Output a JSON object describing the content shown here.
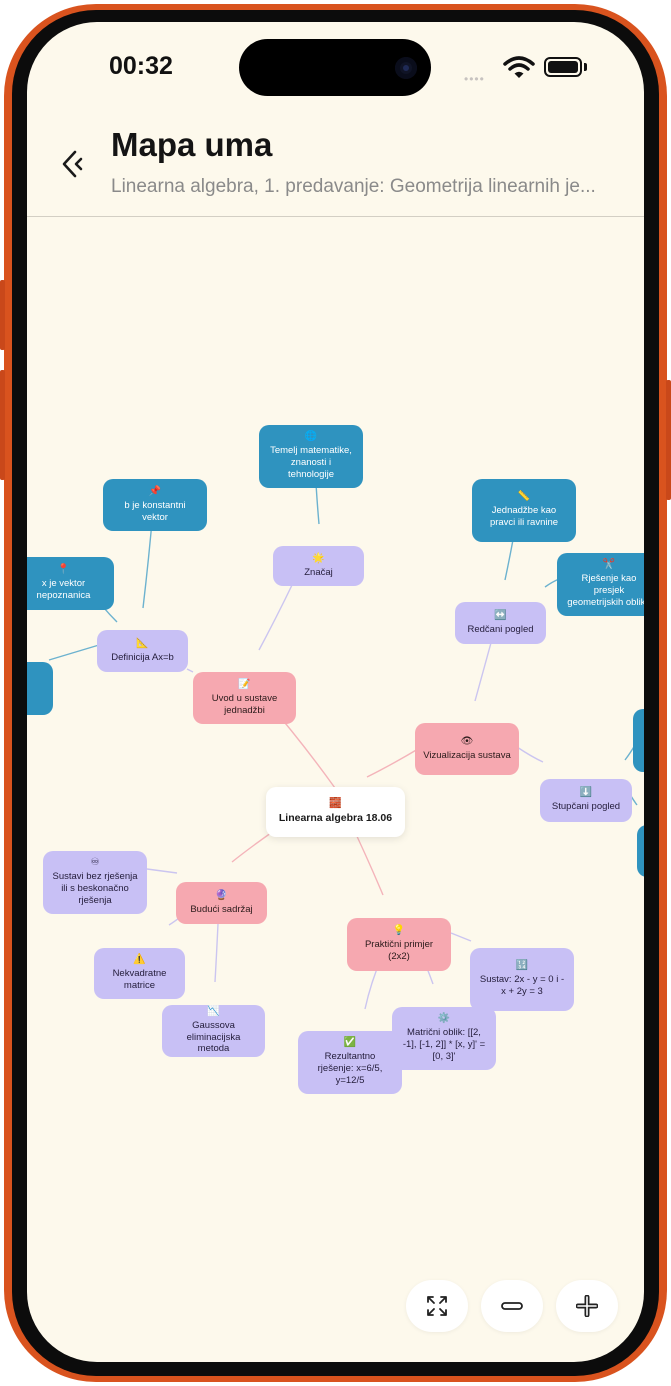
{
  "status": {
    "time": "00:32",
    "signal_glyph": "•••• "
  },
  "header": {
    "title": "Mapa uma",
    "subtitle": "Linearna algebra, 1. predavanje: Geometrija linearnih je..."
  },
  "colors": {
    "frame": "#d9531e",
    "background": "#fdf9ec",
    "node_pink": "#f6a8b0",
    "node_purple": "#c8c0f5",
    "node_blue": "#2f93bf",
    "edge_pink": "#f4b4ba",
    "edge_purple": "#cbc5f0",
    "edge_blue": "#6cb2cf"
  },
  "mindmap": {
    "root": {
      "icon": "🧱",
      "label": "Linearna algebra 18.06"
    },
    "nodes": {
      "uvod": {
        "icon": "📝",
        "label": "Uvod u sustave jednadžbi"
      },
      "definicija": {
        "icon": "📐",
        "label": "Definicija Ax=b"
      },
      "znacaj": {
        "icon": "🌟",
        "label": "Značaj"
      },
      "temelj": {
        "icon": "🌐",
        "label": "Temelj matematike, znanosti i tehnologije"
      },
      "b_vektor": {
        "icon": "📌",
        "label": "b je konstantni vektor"
      },
      "x_vektor": {
        "icon": "📍",
        "label": "x je vektor nepoznanica"
      },
      "vizualizacija": {
        "icon": "👁",
        "label": "Vizualizacija sustava"
      },
      "redcani": {
        "icon": "↔️",
        "label": "Redčani pogled"
      },
      "pravci": {
        "icon": "📏",
        "label": "Jednadžbe kao pravci ili ravnine"
      },
      "presjeci": {
        "icon": "✂️",
        "label": "Rješenje kao presjek geometrijskih oblika"
      },
      "stupcani": {
        "icon": "⬇️",
        "label": "Stupčani pogled"
      },
      "buduci": {
        "icon": "🔮",
        "label": "Budući sadržaj"
      },
      "sustavi_bez": {
        "icon": "♾",
        "label": "Sustavi bez rješenja ili s beskonačno rješenja"
      },
      "nekvadratne": {
        "icon": "⚠️",
        "label": "Nekvadratne matrice"
      },
      "gauss": {
        "icon": "📉",
        "label": "Gaussova eliminacijska metoda"
      },
      "prakticni": {
        "icon": "💡",
        "label": "Praktični primjer (2x2)"
      },
      "sustav": {
        "icon": "🔢",
        "label": "Sustav: 2x - y = 0 i -x + 2y = 3"
      },
      "matricni": {
        "icon": "⚙️",
        "label": "Matrični oblik: [[2, -1], [-1, 2]] * [x, y]' = [0, 3]'"
      },
      "rezultat": {
        "icon": "✅",
        "label": "Rezultantno rješenje: x=6/5, y=12/5"
      }
    }
  },
  "controls": {
    "fit_icon": "fit-screen-icon",
    "zoom_out_icon": "minus-icon",
    "zoom_in_icon": "plus-icon"
  }
}
